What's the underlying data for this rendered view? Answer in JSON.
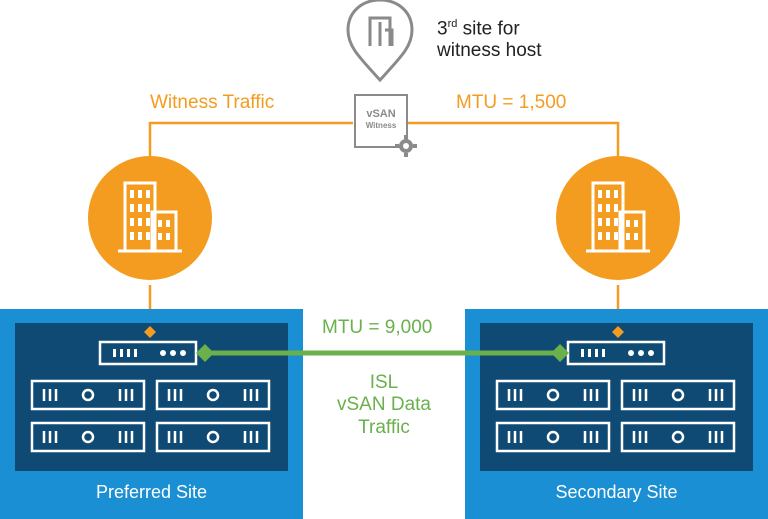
{
  "witness_site": {
    "label_line1": "3",
    "label_sup": "rd",
    "label_line1_rest": " site for",
    "label_line2": "witness host",
    "pin_icon": "location-pin-building-icon",
    "appliance_line1": "vSAN",
    "appliance_line2": "Witness",
    "appliance_icon": "gear-icon"
  },
  "links": {
    "witness_traffic": "Witness Traffic",
    "witness_mtu": "MTU = 1,500",
    "isl_mtu": "MTU = 9,000",
    "isl_label_line1": "ISL",
    "isl_label_line2": "vSAN Data",
    "isl_label_line3": "Traffic"
  },
  "sites": {
    "preferred": {
      "label": "Preferred Site",
      "icon": "office-building-icon"
    },
    "secondary": {
      "label": "Secondary Site",
      "icon": "office-building-icon"
    }
  },
  "colors": {
    "orange": "#f39c1f",
    "green": "#6ab04c",
    "site_blue": "#1a8fd3",
    "site_dark": "#0e4a73",
    "gray": "#8a8a8a"
  }
}
